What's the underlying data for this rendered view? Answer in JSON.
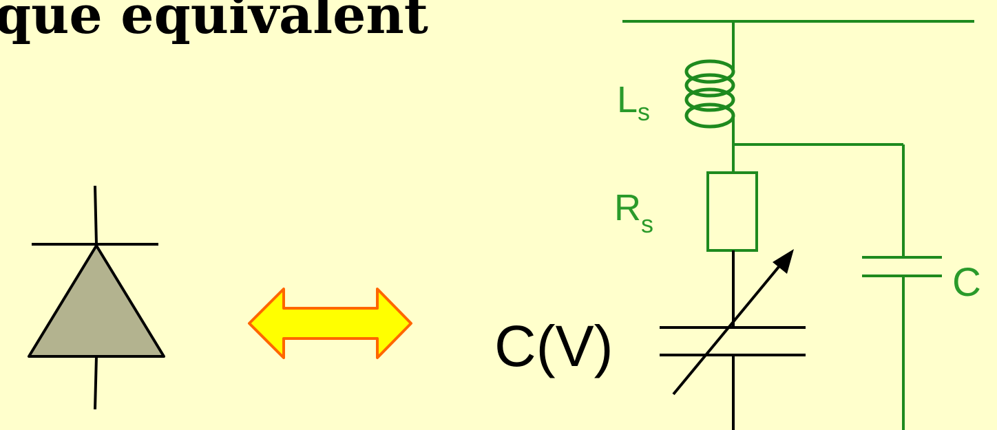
{
  "title": "que equivalent",
  "labels": {
    "inductor": "L",
    "inductor_sub": "s",
    "resistor": "R",
    "resistor_sub": "s",
    "varactor": "C(V)",
    "capacitor": "C"
  },
  "colors": {
    "background": "#ffffcc",
    "circuit": "#1e8a1e",
    "label": "#2a9a2a",
    "diode_fill": "#b3b38f",
    "arrow_fill": "#ffff00",
    "arrow_stroke": "#ff6600"
  },
  "icons": {
    "diode": "diode-symbol-icon",
    "arrow": "double-arrow-icon"
  }
}
